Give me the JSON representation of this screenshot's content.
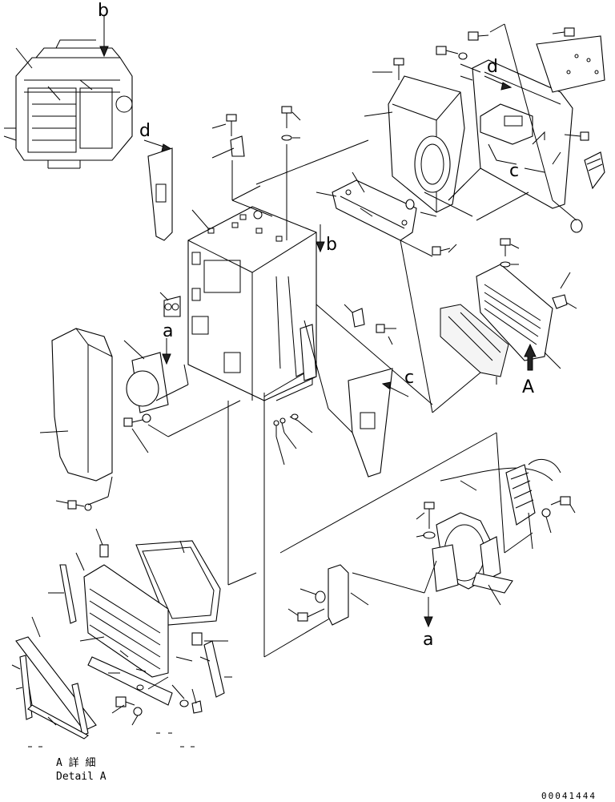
{
  "callouts": {
    "b_top": "b",
    "b_mid": "b",
    "d_left": "d",
    "d_right": "d",
    "a_left": "a",
    "a_bottom": "a",
    "c_mid": "c",
    "c_right": "c",
    "A_view": "A"
  },
  "caption": {
    "line1": "A 詳 細",
    "line2": "Detail A"
  },
  "part_number": "00041444"
}
